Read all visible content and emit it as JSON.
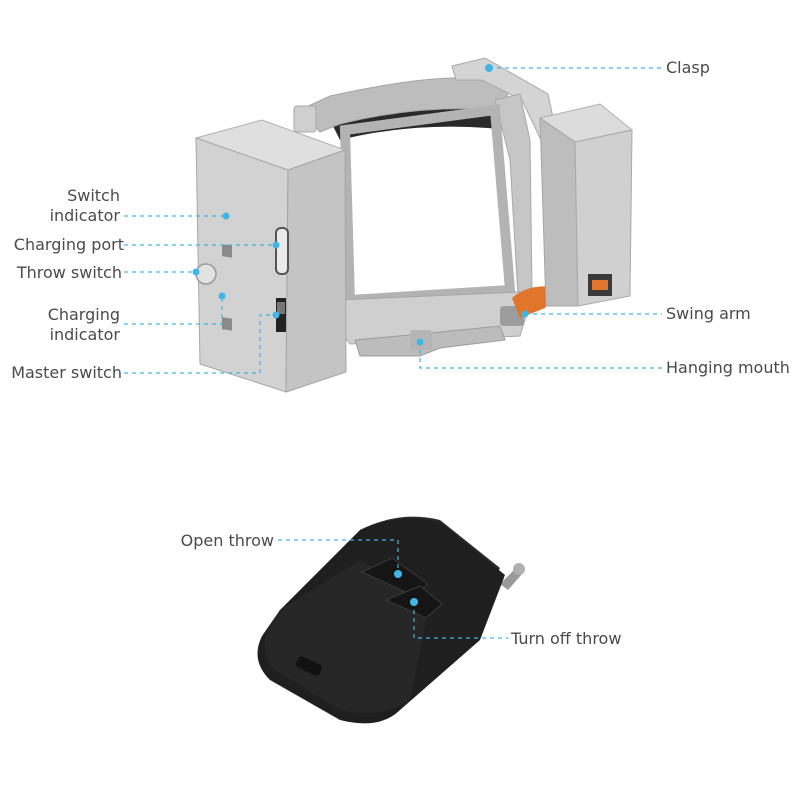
{
  "callouts": {
    "clasp": "Clasp",
    "switch_indicator_line1": "Switch",
    "switch_indicator_line2": "indicator",
    "charging_port": "Charging port",
    "throw_switch": "Throw switch",
    "charging_indicator_line1": "Charging",
    "charging_indicator_line2": "indicator",
    "master_switch": "Master switch",
    "swing_arm": "Swing arm",
    "hanging_mouth": "Hanging mouth",
    "open_throw": "Open throw",
    "turn_off_throw": "Turn off throw"
  },
  "colors": {
    "label_text": "#4a4a4a",
    "leader_line": "#3fb6e6",
    "device_body": "#c9c9c9",
    "device_shadow": "#9e9e9e",
    "remote_body": "#1f1f1f",
    "accent_orange": "#e0752b"
  }
}
